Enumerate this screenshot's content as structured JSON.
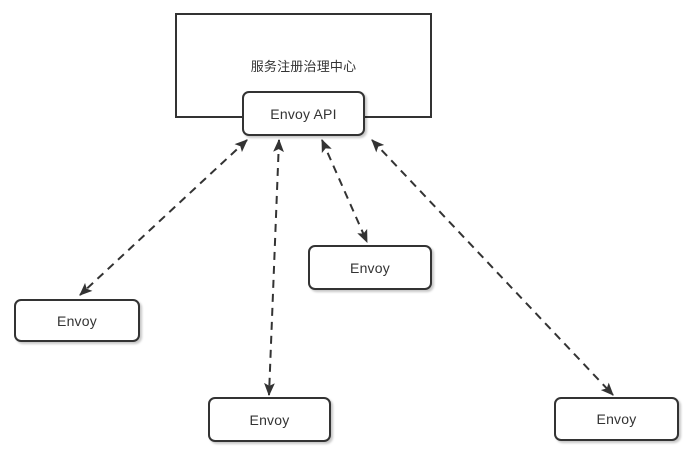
{
  "diagram": {
    "colors": {
      "stroke": "#333333",
      "text": "#333333",
      "node_fill": "#ffffff",
      "background": "#ffffff"
    },
    "nodes": {
      "registry": {
        "label": "服务注册治理中心",
        "shape": "rectangle"
      },
      "envoy_api": {
        "label": "Envoy API",
        "shape": "rounded-rectangle"
      },
      "envoy_left": {
        "label": "Envoy",
        "shape": "rounded-rectangle"
      },
      "envoy_middle": {
        "label": "Envoy",
        "shape": "rounded-rectangle"
      },
      "envoy_bottom_center": {
        "label": "Envoy",
        "shape": "rounded-rectangle"
      },
      "envoy_bottom_right": {
        "label": "Envoy",
        "shape": "rounded-rectangle"
      }
    },
    "edges": [
      {
        "from": "envoy_api",
        "to": "envoy_left",
        "line_style": "dashed",
        "arrows": "both"
      },
      {
        "from": "envoy_api",
        "to": "envoy_bottom_center",
        "line_style": "dashed",
        "arrows": "both"
      },
      {
        "from": "envoy_api",
        "to": "envoy_middle",
        "line_style": "dashed",
        "arrows": "both"
      },
      {
        "from": "envoy_api",
        "to": "envoy_bottom_right",
        "line_style": "dashed",
        "arrows": "both"
      }
    ]
  }
}
